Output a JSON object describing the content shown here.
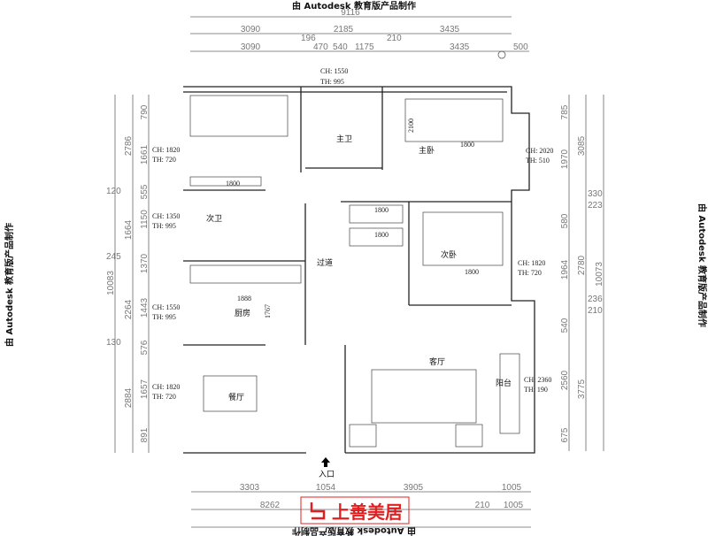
{
  "watermark": "由 Autodesk 教育版产品制作",
  "dimensions": {
    "top_total": "9116",
    "top_row2": [
      "3090",
      "2185",
      "3435"
    ],
    "top_row3": [
      "3090",
      "196",
      "470",
      "540",
      "1175",
      "210",
      "3435",
      "500"
    ],
    "left_total": "10083",
    "left_row2": [
      "2786",
      "120",
      "1664",
      "245",
      "2264",
      "130",
      "2884"
    ],
    "left_row3": [
      "790",
      "1661",
      "555",
      "1150",
      "1370",
      "1443",
      "576",
      "1657",
      "891"
    ],
    "right_total": "10073",
    "right_row2": [
      "3085",
      "330",
      "223",
      "2780",
      "236",
      "210",
      "3775"
    ],
    "right_row3": [
      "785",
      "1970",
      "580",
      "1964",
      "540",
      "2560",
      "675"
    ],
    "bottom_row1": [
      "3303",
      "1054",
      "3905",
      "1005"
    ],
    "bottom_row2": [
      "8262",
      "210",
      "1005"
    ]
  },
  "window_notes": {
    "top": [
      "CH: 1550",
      "TH: 995"
    ],
    "left1": [
      "CH: 1820",
      "TH: 720"
    ],
    "left2": [
      "CH: 1350",
      "TH: 995"
    ],
    "left3": [
      "CH: 1550",
      "TH: 995"
    ],
    "left4": [
      "CH: 1820",
      "TH: 720"
    ],
    "right1": [
      "CH: 2020",
      "TH: 510"
    ],
    "right2": [
      "CH: 1820",
      "TH: 720"
    ],
    "right3": [
      "CH: 2360",
      "TH: 190"
    ]
  },
  "rooms": {
    "master_bath": "主卫",
    "master_bedroom": "主卧",
    "second_bath": "次卫",
    "corridor": "过道",
    "second_bedroom": "次卧",
    "kitchen": "厨房",
    "dining": "餐厅",
    "living": "客厅",
    "balcony": "阳台",
    "entrance": "入口"
  },
  "furniture_dims": {
    "bed1": "1800",
    "bed1_len": "2100",
    "bed2": "1800",
    "desk": "1800",
    "cab1": "1800",
    "cab2": "1800",
    "kitchen": "1888",
    "kitchen_h": "1767"
  },
  "logo": {
    "text": "上善美居",
    "color": "#e02020"
  }
}
